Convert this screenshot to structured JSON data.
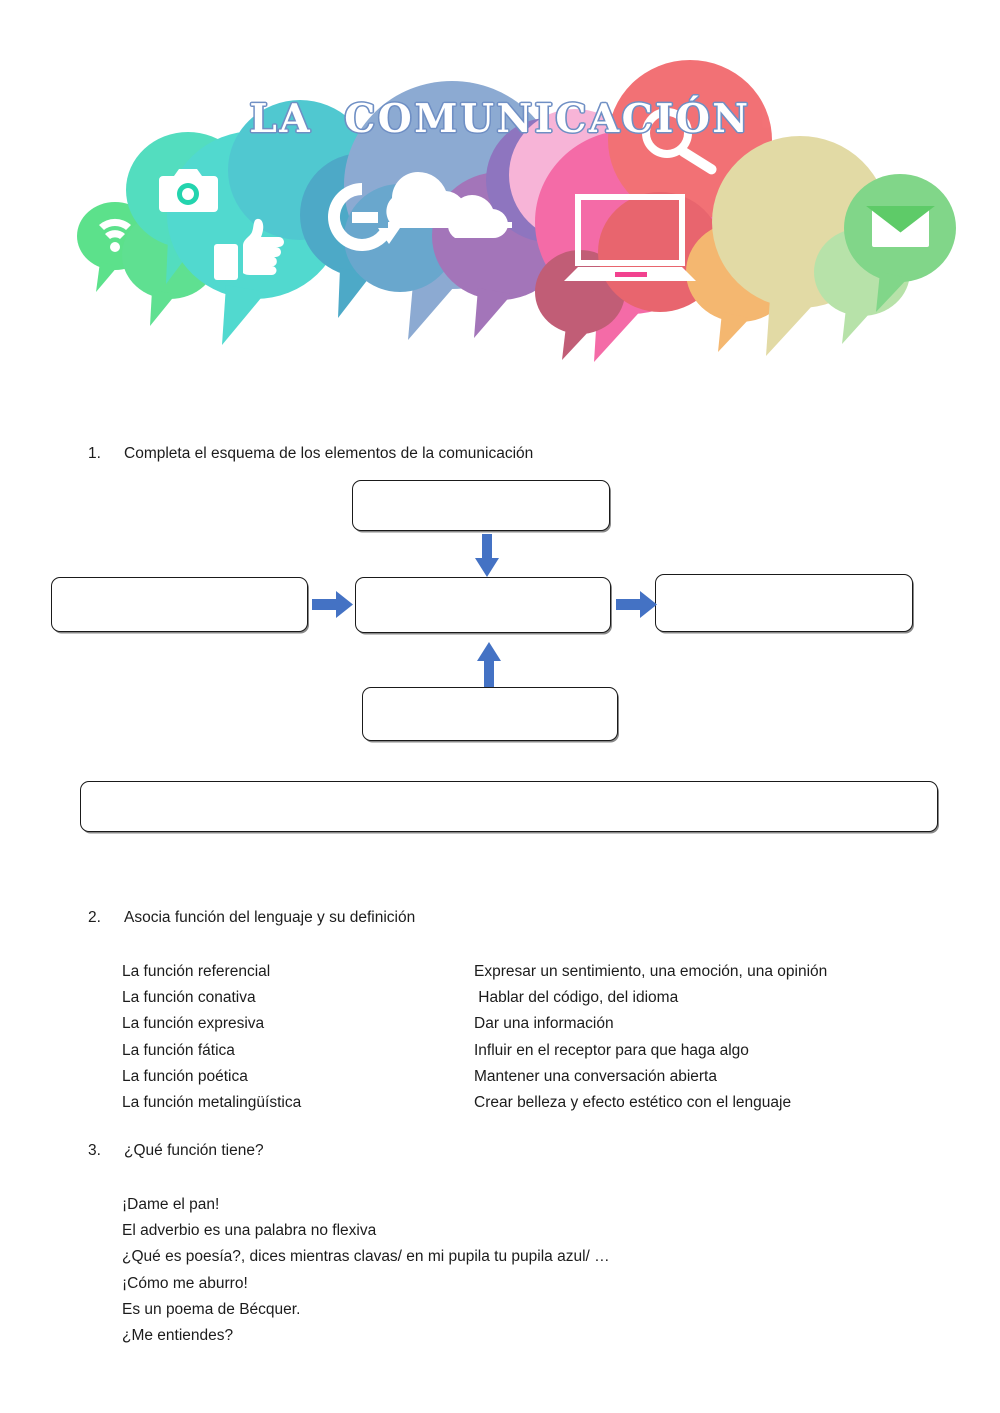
{
  "header": {
    "title": "LA  COMUNICACIÓN",
    "icons": [
      "wifi-icon",
      "camera-icon",
      "thumbs-up-icon",
      "refresh-g-icon",
      "cloud-icon",
      "laptop-icon",
      "magnifier-icon",
      "envelope-icon"
    ],
    "bubble_colors": [
      "#2fd96b",
      "#34d97a",
      "#23d3b0",
      "#23cfc0",
      "#1aa0bf",
      "#1f8fb5",
      "#6b94c9",
      "#7b5fb0",
      "#8f4fa8",
      "#f0509a",
      "#f4478c",
      "#f05a52",
      "#e8434a",
      "#dcd08a",
      "#f0a44a",
      "#9fd98f",
      "#5fc96a"
    ]
  },
  "exercises": [
    {
      "number": "1.",
      "prompt": "Completa el esquema de los elementos de la comunicación"
    },
    {
      "number": "2.",
      "prompt": "Asocia función del lenguaje y su definición",
      "left_column": [
        "La función referencial",
        "La función conativa",
        "La función expresiva",
        "La función fática",
        "La función poética",
        "La función metalingüística"
      ],
      "right_column": [
        "Expresar un sentimiento, una emoción, una opinión",
        " Hablar del código, del idioma",
        "Dar una información",
        "Influir en el receptor para que haga algo",
        "Mantener una conversación abierta",
        "Crear belleza y efecto estético con el lenguaje"
      ]
    },
    {
      "number": "3.",
      "prompt": "¿Qué función tiene?",
      "items": [
        "¡Dame el pan!",
        "El adverbio es una palabra no flexiva",
        "¿Qué es poesía?, dices mientras clavas/ en mi pupila tu pupila azul/ …",
        "¡Cómo me aburro!",
        "Es un poema de Bécquer.",
        "¿Me entiendes?"
      ]
    }
  ],
  "diagram": {
    "arrow_color": "#4472c4",
    "box_border_color": "#1a1a1a",
    "boxes": [
      {
        "id": "top",
        "value": ""
      },
      {
        "id": "left",
        "value": ""
      },
      {
        "id": "center",
        "value": ""
      },
      {
        "id": "right",
        "value": ""
      },
      {
        "id": "bottom",
        "value": ""
      },
      {
        "id": "wide",
        "value": ""
      }
    ],
    "arrows": [
      {
        "id": "top-to-center",
        "direction": "down"
      },
      {
        "id": "left-to-center",
        "direction": "right"
      },
      {
        "id": "center-to-right",
        "direction": "right"
      },
      {
        "id": "bottom-to-center",
        "direction": "up"
      }
    ]
  }
}
